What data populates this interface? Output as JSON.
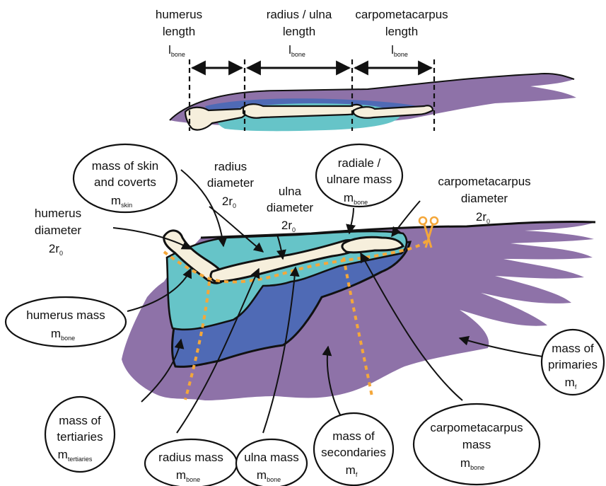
{
  "colors": {
    "primaries": "#8e72a8",
    "secondaries": "#4f6ab5",
    "coverts": "#66c4c8",
    "bone": "#f6efdc",
    "outline": "#111111",
    "cut_line": "#f4a73a"
  },
  "top_labels": {
    "humerus": {
      "line1": "humerus",
      "line2": "length",
      "sym": "l",
      "sub": "bone"
    },
    "radius_ulna": {
      "line1": "radius / ulna",
      "line2": "length",
      "sym": "l",
      "sub": "bone"
    },
    "carpometacarpus": {
      "line1": "carpometacarpus",
      "line2": "length",
      "sym": "l",
      "sub": "bone"
    }
  },
  "diameters": {
    "radius": {
      "line1": "radius",
      "line2": "diameter",
      "sym": "2r",
      "sub": "0"
    },
    "ulna": {
      "line1": "ulna",
      "line2": "diameter",
      "sym": "2r",
      "sub": "0"
    },
    "humerus": {
      "line1": "humerus",
      "line2": "diameter",
      "sym": "2r",
      "sub": "0"
    },
    "carpometacarpus": {
      "line1": "carpometacarpus",
      "line2": "diameter",
      "sym": "2r",
      "sub": "0"
    }
  },
  "bubbles": {
    "skin": {
      "line1": "mass of skin",
      "line2": "and coverts",
      "sym": "m",
      "sub": "skin"
    },
    "radiale": {
      "line1": "radiale /",
      "line2": "ulnare mass",
      "sym": "m",
      "sub": "bone"
    },
    "humerus_mass": {
      "line1": "humerus mass",
      "sym": "m",
      "sub": "bone"
    },
    "primaries": {
      "line1": "mass of",
      "line2": "primaries",
      "sym": "m",
      "sub": "f"
    },
    "tertiaries": {
      "line1": "mass of",
      "line2": "tertiaries",
      "sym": "m",
      "sub": "tertiaries"
    },
    "radius_mass": {
      "line1": "radius mass",
      "sym": "m",
      "sub": "bone"
    },
    "ulna_mass": {
      "line1": "ulna mass",
      "sym": "m",
      "sub": "bone"
    },
    "secondaries": {
      "line1": "mass of",
      "line2": "secondaries",
      "sym": "m",
      "sub": "f"
    },
    "carpometacarpus_mass": {
      "line1": "carpometacarpus",
      "line2": "mass",
      "sym": "m",
      "sub": "bone"
    }
  },
  "icons": {
    "cut": "scissors-icon"
  }
}
